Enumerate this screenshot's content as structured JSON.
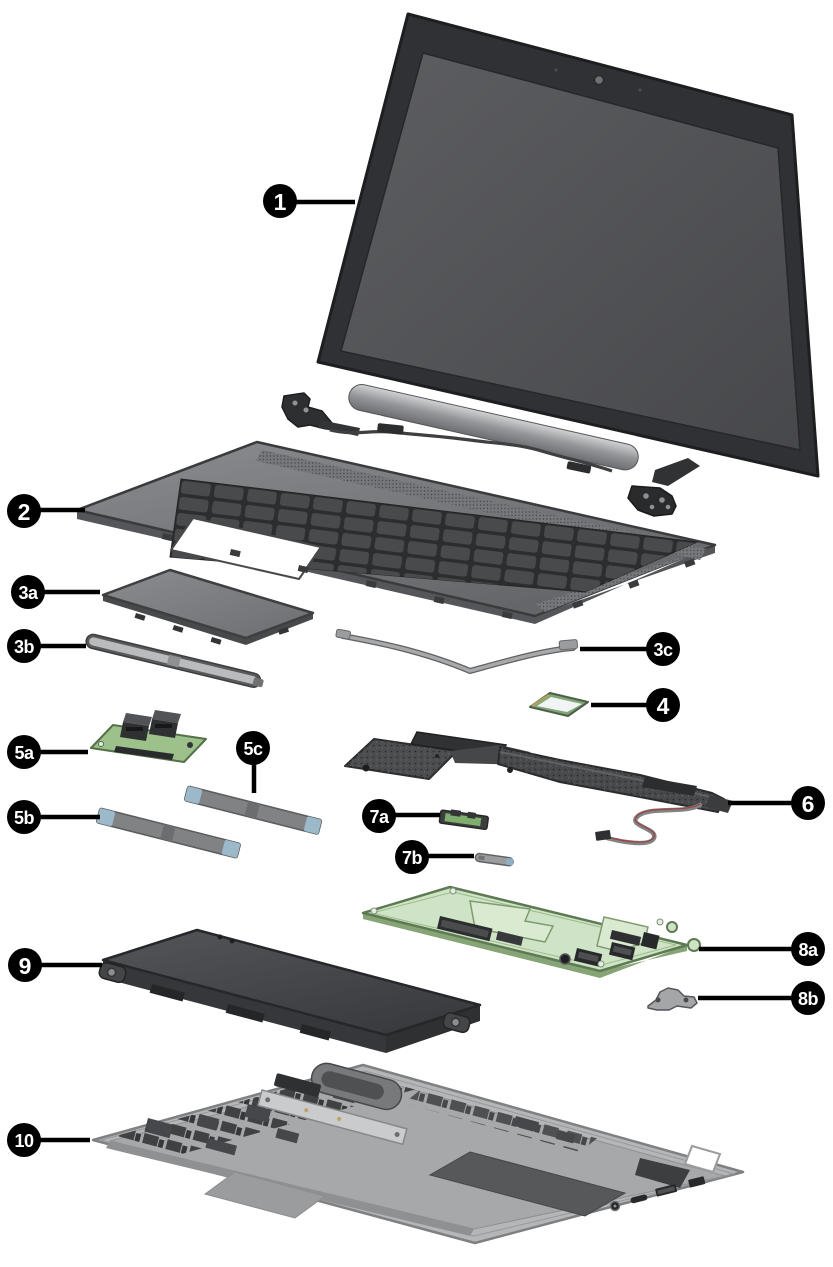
{
  "figure": {
    "type": "exploded-parts-diagram",
    "subject": "laptop service illustration",
    "background": "#ffffff"
  },
  "colors": {
    "callout_fill": "#000000",
    "callout_text": "#ffffff",
    "leader_line": "#000000",
    "system_board_green": "#cfe3c6",
    "usb_board_green": "#9cc18b",
    "cable_end_blue": "#9cb9ca",
    "wire_red": "#a04040",
    "hinge_silver": "#b9babc",
    "chassis_gray": "#76787a"
  },
  "callouts": [
    {
      "label": "1",
      "part": "display-assembly"
    },
    {
      "label": "2",
      "part": "top-cover-keyboard"
    },
    {
      "label": "3a",
      "part": "touchpad"
    },
    {
      "label": "3b",
      "part": "touchpad-bracket"
    },
    {
      "label": "3c",
      "part": "touchpad-cable"
    },
    {
      "label": "4",
      "part": "wlan-module"
    },
    {
      "label": "5a",
      "part": "usb-board"
    },
    {
      "label": "5b",
      "part": "ribbon-cable-5b"
    },
    {
      "label": "5c",
      "part": "ribbon-cable-5c"
    },
    {
      "label": "6",
      "part": "speaker-assembly"
    },
    {
      "label": "7a",
      "part": "button-board"
    },
    {
      "label": "7b",
      "part": "button-bracket"
    },
    {
      "label": "8a",
      "part": "system-board"
    },
    {
      "label": "8b",
      "part": "system-board-bracket"
    },
    {
      "label": "9",
      "part": "battery"
    },
    {
      "label": "10",
      "part": "bottom-cover"
    }
  ]
}
